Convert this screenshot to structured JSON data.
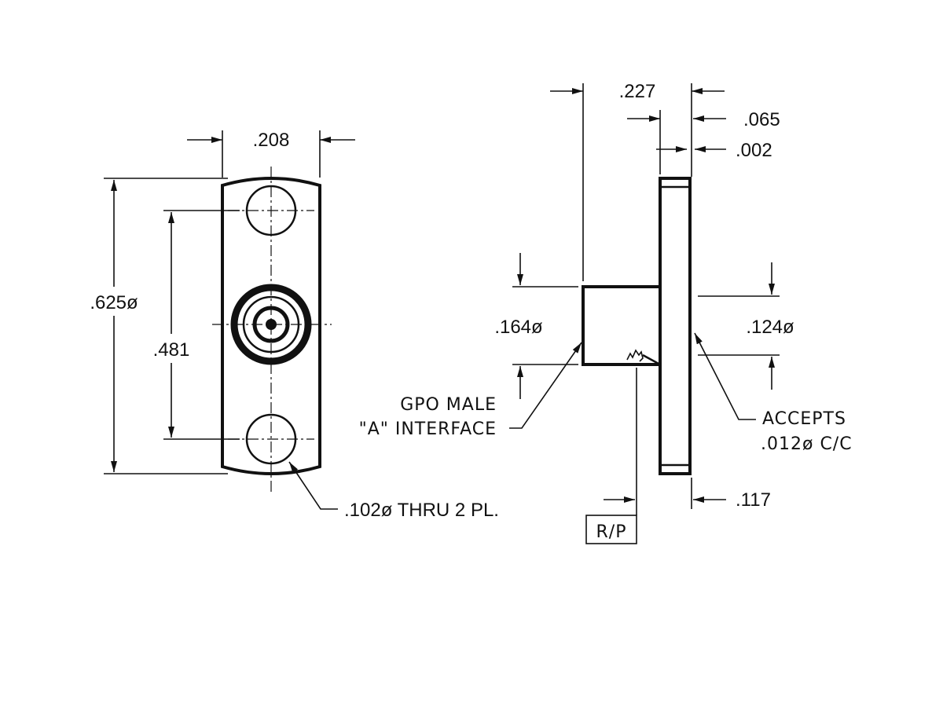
{
  "colors": {
    "ink": "#111111",
    "background": "#ffffff"
  },
  "front_view": {
    "dim_width": ".208",
    "dim_height": ".625ø",
    "dim_hole_spacing": ".481",
    "note_holes": ".102ø THRU 2 PL."
  },
  "side_view": {
    "dim_overall": ".227",
    "dim_flange": ".065",
    "dim_recess": ".002",
    "dim_body_dia": ".164ø",
    "dim_bore_dia": ".124ø",
    "dim_bottom": ".117",
    "note_interface_line1": "GPO MALE",
    "note_interface_line2": "\"A\" INTERFACE",
    "note_accepts_line1": "ACCEPTS",
    "note_accepts_line2": ".012ø C/C",
    "ref_box": "R/P"
  }
}
